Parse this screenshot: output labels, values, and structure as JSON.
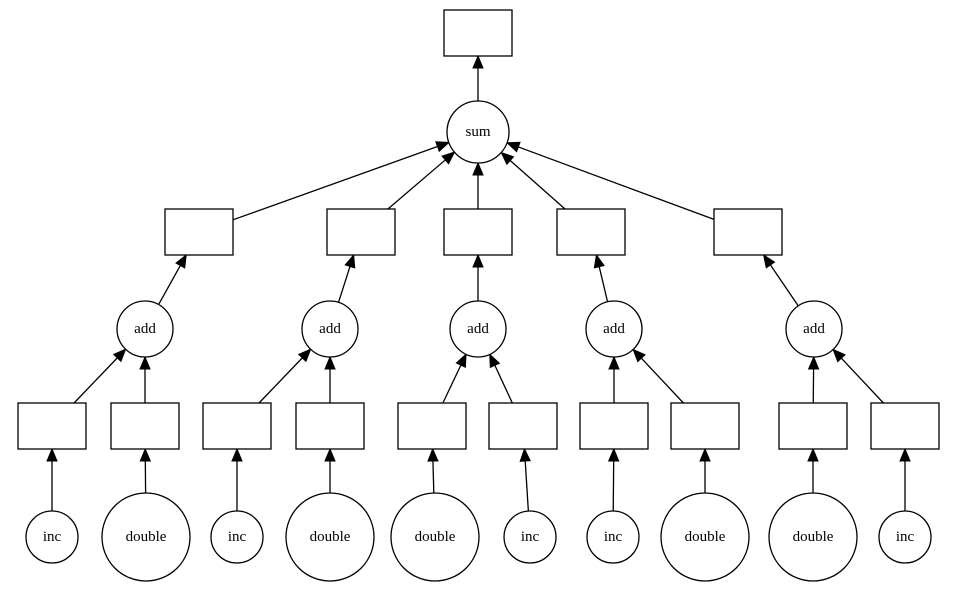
{
  "graph": {
    "nodes": [
      {
        "id": "out",
        "shape": "box",
        "label": ""
      },
      {
        "id": "sum",
        "shape": "circle",
        "label": "sum"
      },
      {
        "id": "r1",
        "shape": "box",
        "label": ""
      },
      {
        "id": "r2",
        "shape": "box",
        "label": ""
      },
      {
        "id": "r3",
        "shape": "box",
        "label": ""
      },
      {
        "id": "r4",
        "shape": "box",
        "label": ""
      },
      {
        "id": "r5",
        "shape": "box",
        "label": ""
      },
      {
        "id": "add1",
        "shape": "circle",
        "label": "add"
      },
      {
        "id": "add2",
        "shape": "circle",
        "label": "add"
      },
      {
        "id": "add3",
        "shape": "circle",
        "label": "add"
      },
      {
        "id": "add4",
        "shape": "circle",
        "label": "add"
      },
      {
        "id": "add5",
        "shape": "circle",
        "label": "add"
      },
      {
        "id": "b1",
        "shape": "box",
        "label": ""
      },
      {
        "id": "b2",
        "shape": "box",
        "label": ""
      },
      {
        "id": "b3",
        "shape": "box",
        "label": ""
      },
      {
        "id": "b4",
        "shape": "box",
        "label": ""
      },
      {
        "id": "b5",
        "shape": "box",
        "label": ""
      },
      {
        "id": "b6",
        "shape": "box",
        "label": ""
      },
      {
        "id": "b7",
        "shape": "box",
        "label": ""
      },
      {
        "id": "b8",
        "shape": "box",
        "label": ""
      },
      {
        "id": "b9",
        "shape": "box",
        "label": ""
      },
      {
        "id": "b10",
        "shape": "box",
        "label": ""
      },
      {
        "id": "f1",
        "shape": "circle",
        "label": "inc"
      },
      {
        "id": "f2",
        "shape": "circle",
        "label": "double"
      },
      {
        "id": "f3",
        "shape": "circle",
        "label": "inc"
      },
      {
        "id": "f4",
        "shape": "circle",
        "label": "double"
      },
      {
        "id": "f5",
        "shape": "circle",
        "label": "double"
      },
      {
        "id": "f6",
        "shape": "circle",
        "label": "inc"
      },
      {
        "id": "f7",
        "shape": "circle",
        "label": "inc"
      },
      {
        "id": "f8",
        "shape": "circle",
        "label": "double"
      },
      {
        "id": "f9",
        "shape": "circle",
        "label": "double"
      },
      {
        "id": "f10",
        "shape": "circle",
        "label": "inc"
      }
    ],
    "edges": [
      [
        "sum",
        "out"
      ],
      [
        "r1",
        "sum"
      ],
      [
        "r2",
        "sum"
      ],
      [
        "r3",
        "sum"
      ],
      [
        "r4",
        "sum"
      ],
      [
        "r5",
        "sum"
      ],
      [
        "add1",
        "r1"
      ],
      [
        "add2",
        "r2"
      ],
      [
        "add3",
        "r3"
      ],
      [
        "add4",
        "r4"
      ],
      [
        "add5",
        "r5"
      ],
      [
        "b1",
        "add1"
      ],
      [
        "b2",
        "add1"
      ],
      [
        "b3",
        "add2"
      ],
      [
        "b4",
        "add2"
      ],
      [
        "b5",
        "add3"
      ],
      [
        "b6",
        "add3"
      ],
      [
        "b7",
        "add4"
      ],
      [
        "b8",
        "add4"
      ],
      [
        "b9",
        "add5"
      ],
      [
        "b10",
        "add5"
      ],
      [
        "f1",
        "b1"
      ],
      [
        "f2",
        "b2"
      ],
      [
        "f3",
        "b3"
      ],
      [
        "f4",
        "b4"
      ],
      [
        "f5",
        "b5"
      ],
      [
        "f6",
        "b6"
      ],
      [
        "f7",
        "b7"
      ],
      [
        "f8",
        "b8"
      ],
      [
        "f9",
        "b9"
      ],
      [
        "f10",
        "b10"
      ]
    ]
  }
}
